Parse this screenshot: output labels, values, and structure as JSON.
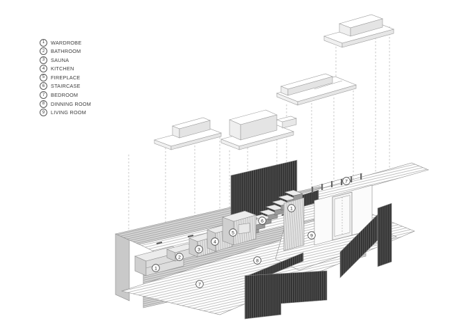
{
  "legend": {
    "items": [
      {
        "num": "1",
        "label": "WARDROBE"
      },
      {
        "num": "2",
        "label": "BATHROOM"
      },
      {
        "num": "3",
        "label": "SAUNA"
      },
      {
        "num": "4",
        "label": "KITCHEN"
      },
      {
        "num": "5",
        "label": "FIREPLACE"
      },
      {
        "num": "6",
        "label": "STAIRCASE"
      },
      {
        "num": "7",
        "label": "BEDROOM"
      },
      {
        "num": "8",
        "label": "DINNING ROOM"
      },
      {
        "num": "9",
        "label": "LIVING ROOM"
      }
    ]
  },
  "markers": [
    {
      "num": "1",
      "room": "wardrobe"
    },
    {
      "num": "2",
      "room": "bathroom"
    },
    {
      "num": "3",
      "room": "sauna"
    },
    {
      "num": "4",
      "room": "kitchen"
    },
    {
      "num": "5",
      "room": "fireplace"
    },
    {
      "num": "6",
      "room": "staircase"
    },
    {
      "num": "1",
      "room": "wardrobe-upper"
    },
    {
      "num": "7",
      "room": "bedroom-upper-deck"
    },
    {
      "num": "9",
      "room": "living-room"
    },
    {
      "num": "8",
      "room": "dinning-room"
    },
    {
      "num": "7",
      "room": "bedroom-lower-deck"
    }
  ],
  "colors": {
    "line": "#8a8a8a",
    "dark_slat": "#303030",
    "wall": "#d5d5d5",
    "background": "#ffffff"
  }
}
